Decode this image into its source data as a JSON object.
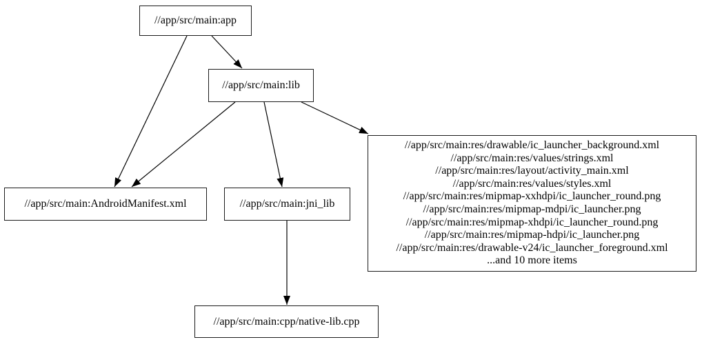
{
  "graph": {
    "type": "directed-dependency-graph",
    "colors": {
      "background": "#ffffff",
      "node_fill": "#ffffff",
      "node_border": "#1a1a1a",
      "edge": "#000000",
      "text": "#000000"
    },
    "nodes": {
      "app": {
        "label": "//app/src/main:app"
      },
      "lib": {
        "label": "//app/src/main:lib"
      },
      "manifest": {
        "label": "//app/src/main:AndroidManifest.xml"
      },
      "jni_lib": {
        "label": "//app/src/main:jni_lib"
      },
      "cpp": {
        "label": "//app/src/main:cpp/native-lib.cpp"
      },
      "resources": {
        "lines": [
          "//app/src/main:res/drawable/ic_launcher_background.xml",
          "//app/src/main:res/values/strings.xml",
          "//app/src/main:res/layout/activity_main.xml",
          "//app/src/main:res/values/styles.xml",
          "//app/src/main:res/mipmap-xxhdpi/ic_launcher_round.png",
          "//app/src/main:res/mipmap-mdpi/ic_launcher.png",
          "//app/src/main:res/mipmap-xhdpi/ic_launcher_round.png",
          "//app/src/main:res/mipmap-hdpi/ic_launcher.png",
          "//app/src/main:res/drawable-v24/ic_launcher_foreground.xml",
          "...and 10 more items"
        ]
      }
    },
    "edges": [
      {
        "from": "app",
        "to": "lib"
      },
      {
        "from": "app",
        "to": "manifest"
      },
      {
        "from": "lib",
        "to": "manifest"
      },
      {
        "from": "lib",
        "to": "jni_lib"
      },
      {
        "from": "lib",
        "to": "resources"
      },
      {
        "from": "jni_lib",
        "to": "cpp"
      }
    ]
  }
}
